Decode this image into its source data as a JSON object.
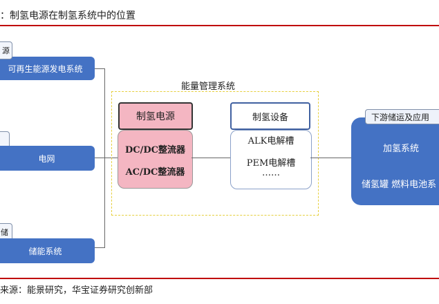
{
  "header": {
    "title": "：制氢电源在制氢系统中的位置"
  },
  "left": {
    "top_box": "可再生能源发电系统",
    "mid_box": "电网",
    "bot_box": "储能系统",
    "top_tag": "源",
    "bot_tag": "储"
  },
  "center": {
    "group_label": "能量管理系统",
    "power": {
      "title": "制氢电源",
      "items": [
        "DC/DC整流器",
        "AC/DC整流器"
      ]
    },
    "equipment": {
      "title": "制氢设备",
      "items": [
        "ALK电解槽",
        "PEM电解槽",
        "……"
      ]
    }
  },
  "right": {
    "tag": "下游储运及应用",
    "items": [
      "加氢系统",
      "储氢罐  燃料电池系"
    ]
  },
  "footer": {
    "source": "来源：能景研究，华宝证券研究创新部"
  },
  "colors": {
    "accent_blue": "#4472c4",
    "pink": "#f4b6c2",
    "rule_red": "#c00000",
    "dashed_yellow": "#e6cf3c"
  }
}
